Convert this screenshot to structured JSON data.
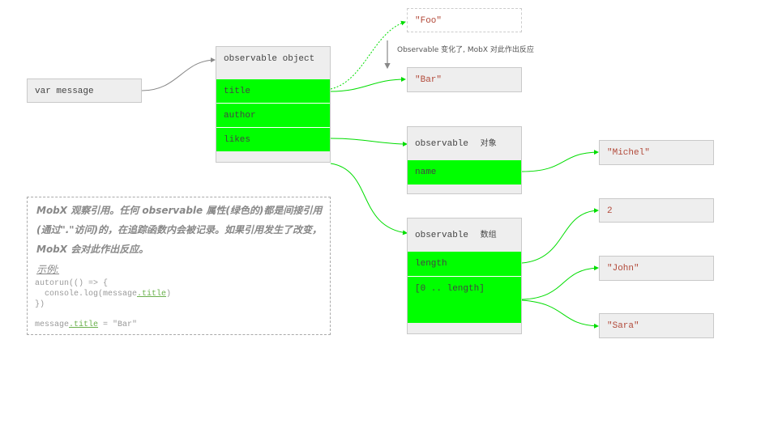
{
  "var_box": {
    "label": "var message"
  },
  "observable_object": {
    "header": "observable object",
    "rows": [
      "title",
      "author",
      "likes"
    ]
  },
  "foo_value": "\"Foo\"",
  "bar_value": "\"Bar\"",
  "change_note": "Observable 变化了, MobX 对此作出反应",
  "observable_author": {
    "header_prefix": "observable",
    "header_suffix": "对象",
    "row": "name"
  },
  "michel_value": "\"Michel\"",
  "observable_array": {
    "header_prefix": "observable",
    "header_suffix": "数组",
    "row_length": "length",
    "row_items": "[0 .. length]"
  },
  "length_value": "2",
  "john_value": "\"John\"",
  "sara_value": "\"Sara\"",
  "note": {
    "text": "MobX 观察引用。任何 observable 属性(绿色的)都是间接引用(通过\".\"访问)的，在追踪函数内会被记录。如果引用发生了改变，MobX 会对此作出反应。",
    "example_title": "示例:",
    "code_line1_prefix": "autorun(() => {",
    "code_line2_prefix": "  console.log(message",
    "code_line2_hl": ".title",
    "code_line2_suffix": ")",
    "code_line3": "})",
    "code_line4_prefix": "message",
    "code_line4_hl": ".title",
    "code_line4_suffix": " = \"Bar\""
  },
  "colors": {
    "observable": "#00ff00",
    "box": "#eeeeee",
    "string": "#b24a3a",
    "arrow_gray": "#888888"
  }
}
